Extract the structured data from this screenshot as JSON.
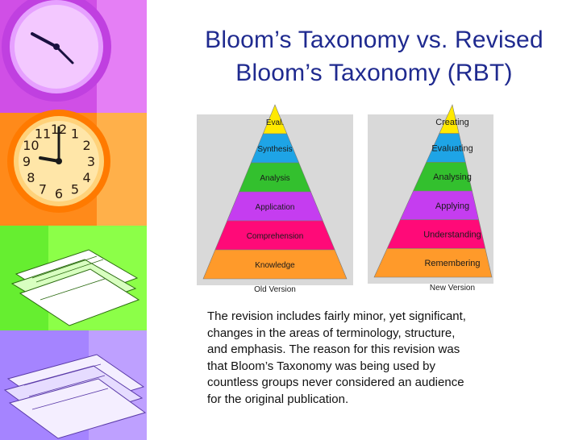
{
  "title": {
    "line1": "Bloom’s Taxonomy vs. Revised",
    "line2": "Bloom’s Taxonomy (RBT)"
  },
  "pyramids": {
    "old": {
      "caption": "Old Version",
      "levels": [
        "Eval.",
        "Synthesis",
        "Analysis",
        "Application",
        "Comprehension",
        "Knowledge"
      ]
    },
    "new": {
      "caption": "New Version",
      "levels": [
        "Creating",
        "Evaluating",
        "Analysing",
        "Applying",
        "Understanding",
        "Remembering"
      ]
    },
    "level_colors": [
      "#ffe900",
      "#1ea4e6",
      "#33c02e",
      "#c53df0",
      "#ff0a78",
      "#ff9a2a"
    ]
  },
  "body": {
    "text": "The revision includes fairly minor, yet significant,\nchanges in the areas of terminology, structure,\nand emphasis.  The reason for this revision was\nthat Bloom’s Taxonomy was being used by\ncountless groups never considered an audience\nfor the original publication."
  },
  "sidebar": {
    "panel_colors": [
      "#d850e8",
      "#ff7a1e",
      "#7cff3a",
      "#a880ff"
    ],
    "clock1_numerals": [],
    "clock2_numerals": [
      "12",
      "1",
      "2",
      "3",
      "4",
      "5",
      "6",
      "7",
      "8",
      "9",
      "10",
      "11"
    ]
  }
}
